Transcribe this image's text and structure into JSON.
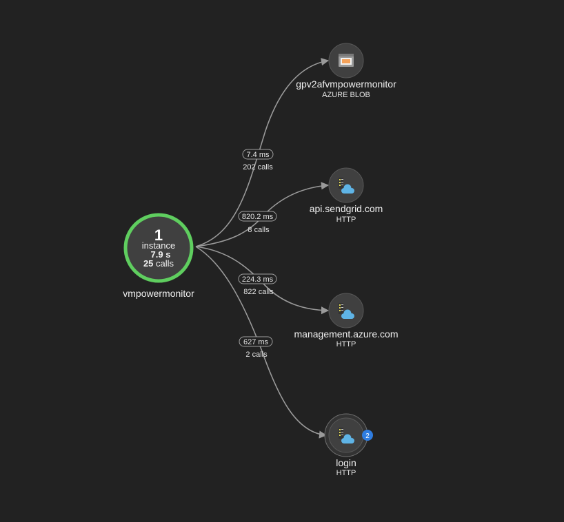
{
  "root": {
    "count": "1",
    "unit": "instance",
    "duration": "7.9 s",
    "calls_count": "25",
    "calls_label": "calls",
    "name": "vmpowermonitor",
    "ring_color": "#5fce5f"
  },
  "dependencies": [
    {
      "id": "gpv2afvmpowermonitor",
      "name": "gpv2afvmpowermonitor",
      "type": "AZURE BLOB",
      "icon": "storage-blob-icon",
      "latency": "7.4 ms",
      "calls": "202 calls"
    },
    {
      "id": "api-sendgrid",
      "name": "api.sendgrid.com",
      "type": "HTTP",
      "icon": "http-cloud-server-icon",
      "latency": "820.2 ms",
      "calls": "8 calls"
    },
    {
      "id": "management-azure",
      "name": "management.azure.com",
      "type": "HTTP",
      "icon": "http-cloud-server-icon",
      "latency": "224.3 ms",
      "calls": "822 calls"
    },
    {
      "id": "login",
      "name": "login",
      "type": "HTTP",
      "icon": "http-cloud-server-icon",
      "latency": "627 ms",
      "calls": "2 calls",
      "badge": "2",
      "grouped": true
    }
  ],
  "colors": {
    "background": "#222222",
    "node_fill": "#404040",
    "edge": "#9a9a9a",
    "badge": "#2f7de1",
    "cloud": "#5fb4e6"
  }
}
